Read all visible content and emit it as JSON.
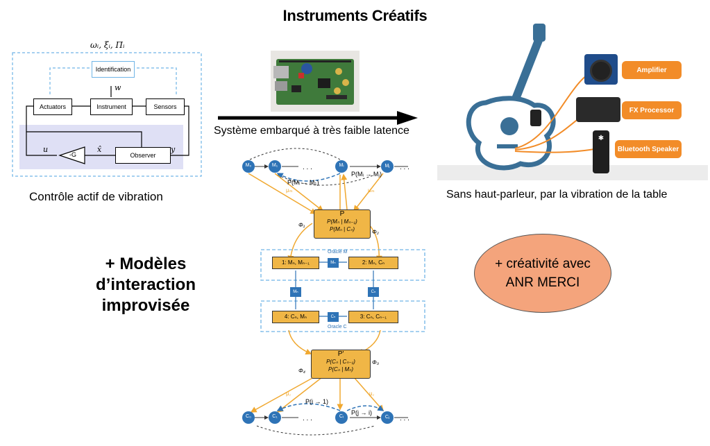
{
  "title": "Instruments Créatifs",
  "left_panel": {
    "caption": "Contrôle actif de vibration",
    "params_label": "ωᵢ, ξᵢ, Πᵢ",
    "w_label": "w",
    "u_label": "u",
    "y_label": "y",
    "xhat_label": "x̂",
    "gain_label": "-G",
    "blocks": {
      "identification": "Identification",
      "actuators": "Actuators",
      "instrument": "Instrument",
      "sensors": "Sensors",
      "observer": "Observer"
    }
  },
  "center": {
    "arrow_caption": "Système embarqué à très faible latence"
  },
  "right_panel": {
    "caption": "Sans haut-parleur, par la vibration de la table",
    "devices": [
      "Amplifier",
      "FX Processor",
      "Bluetooth Speaker"
    ]
  },
  "models_text": [
    "+ Modèles",
    "d’interaction",
    "improvisée"
  ],
  "oval_text": [
    "+ créativité avec",
    "ANR MERCI"
  ],
  "oracle_diagram": {
    "top_nodes": [
      "M₀",
      "M₁",
      "Mᵢ",
      "Mⱼ"
    ],
    "bottom_nodes": [
      "C₀",
      "C₁",
      "Cᵢ",
      "Cⱼ"
    ],
    "top_transition": "P(Mᵢ → Mⱼ)",
    "top_transition_left": "P(Mᵢ → M₁)",
    "bottom_transition": "P(j → i)",
    "bottom_transition_left": "P(i → 1)",
    "p_box": [
      "P",
      "P(Mₙ | Mₙ₋₁)",
      "P(Mₙ | Cₙ)"
    ],
    "p_prime_box": [
      "P′",
      "P(Cₙ | Cₙ₋₁)",
      "P(Cₙ | Mₙ)"
    ],
    "phi": [
      "Φ₁",
      "Φ₂",
      "Φ₃",
      "Φ₄"
    ],
    "mu_m": "μₘ",
    "mu_c": "μ꜀",
    "oracle_m": "Oracle M",
    "oracle_c": "Oracle C",
    "states": [
      "1: Mₙ, Mₙ₋₁",
      "2: Mₙ, Cₙ",
      "3: Cₙ, Cₙ₋₁",
      "4: Cₙ, Mₙ"
    ],
    "small_m": "Mₙ",
    "small_c": "Cₙ"
  },
  "colors": {
    "dashed_blue": "#6fb4e6",
    "node_blue": "#2e73b6",
    "box_orange": "#f0b646",
    "arrow_orange": "#f0a830",
    "pill_orange": "#f28c28",
    "guitar_blue": "#3a6f96",
    "oval_fill": "#f4a47c"
  }
}
